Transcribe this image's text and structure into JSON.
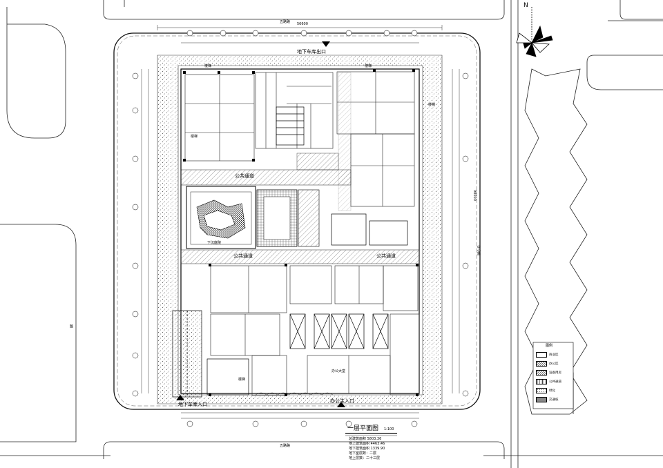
{
  "north": {
    "label": "N"
  },
  "roads": {
    "top": "五路路",
    "bottom": "五路路",
    "left": "路",
    "right": "中心路"
  },
  "labels": {
    "garage_exit": "地下车库出口",
    "garage_entrance": "地下车库入口",
    "office_entrance": "办公主入口",
    "public_passage_1": "公共通道",
    "public_passage_2": "公共通道",
    "public_passage_3": "公共通道",
    "stair_a": "楼梯",
    "stair_b": "楼梯",
    "stair_c": "楼梯",
    "stair_d": "楼梯",
    "stair_e": "楼梯",
    "office_hall": "办公大堂",
    "sunken": "下沉庭院",
    "dim_total_h": "56600",
    "dim_total_v": "98000"
  },
  "title": {
    "main": "一层平面图",
    "scale": "1:100"
  },
  "notes": [
    "总建筑面积 5803.36",
    "地上建筑面积 4463.46",
    "地下建筑面积 1339.90",
    "地下室层数：二层",
    "地上层数：二十三层"
  ],
  "legend": {
    "title": "图例",
    "items": [
      "商业区",
      "办公区",
      "设备用房",
      "公共通道",
      "绿化",
      "交通核"
    ]
  }
}
